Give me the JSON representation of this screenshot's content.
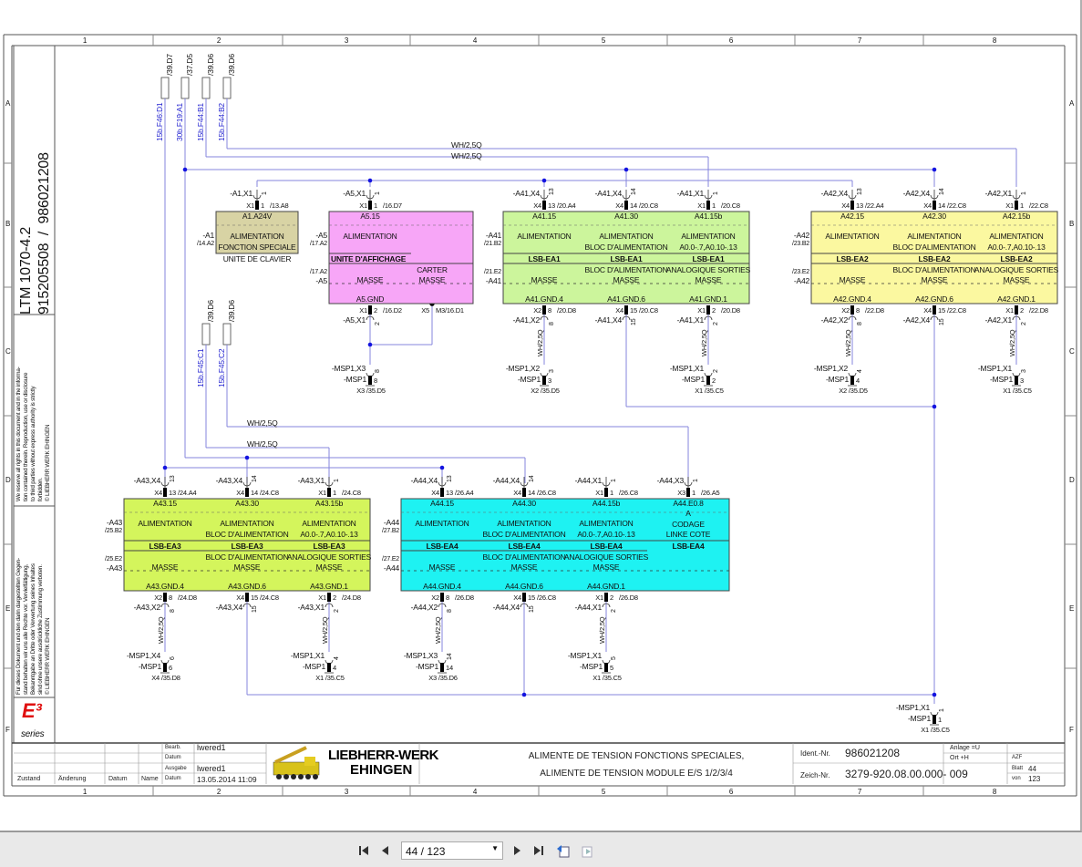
{
  "frame": {
    "columns": [
      "1",
      "2",
      "3",
      "4",
      "5",
      "6",
      "7",
      "8"
    ],
    "rows": [
      "A",
      "B",
      "C",
      "D",
      "E",
      "F"
    ]
  },
  "side_strip": {
    "model": "LTM 1070-4.2",
    "numbers": "915205508  /  986021208",
    "notice_en": [
      "We reserve all rights in this document and in the informa-",
      "tion contained therein. Reproduction, use or disclosure",
      "to third parties without express authority is strictly",
      "forbidden.",
      "© LIEBHERR WERK EHINGEN"
    ],
    "notice_de": [
      "Für dieses Dokument und den darin dargestellten Gegen-",
      "stand behalten wir uns alle Rechte vor. Vervielfältigung,",
      "Bekanntgabe an Dritte oder Verwertung seines Inhaltes",
      "sind ohne unsere ausdrückliche Zustimmung verboten.",
      "© LIEBHERR WERK EHINGEN"
    ],
    "logo_main": "E³",
    "logo_sub": "series"
  },
  "fuses": [
    {
      "ref": "/39.D7",
      "name": "15b.F46:D1"
    },
    {
      "ref": "/37.D5",
      "name": "30b.F19:A1"
    },
    {
      "ref": "/39.D6",
      "name": "15b.F44:B1"
    },
    {
      "ref": "/39.D6",
      "name": "15b.F44:B2"
    },
    {
      "ref": "/39.D6",
      "name": "15b.F45:C1"
    },
    {
      "ref": "/39.D6",
      "name": "15b.F45:C2"
    }
  ],
  "wire_labels": [
    "WH/2,5Q",
    "WH/2,5Q",
    "WH/2,5Q",
    "WH/2,5Q"
  ],
  "modules": [
    {
      "id": "A1",
      "color": "#d8d3a4",
      "side": {
        "top": "-A1",
        "top_ref": "/14.A2"
      },
      "caption": "UNITE DE CLAVIER",
      "cols": [
        {
          "top_conn": "-A1,X1",
          "top_term": "X1",
          "pin": "1",
          "top_ref": "/13.A8",
          "header": "A1.A24V",
          "func": [
            "ALIMENTATION",
            "FONCTION SPECIALE"
          ]
        }
      ]
    },
    {
      "id": "A5",
      "color": "#f7a6f7",
      "side": {
        "top": "-A5",
        "top_ref": "/17.A2",
        "bot_ref": "/17.A2",
        "bot": "-A5"
      },
      "title_bar": "UNITE D'AFFICHAGE",
      "cols": [
        {
          "top_conn": "-A5,X1",
          "top_term": "X1",
          "pin": "1",
          "top_ref": "/16.D7",
          "header": "A5.15",
          "func": [
            "ALIMENTATION"
          ],
          "masse": "MASSE",
          "gnd": "A5.GND",
          "bot_term": "X1",
          "bot_pin": "2",
          "bot_ref": "/16.D2",
          "bot_conn": "-A5,X1",
          "msp_conn": "-MSP1,X3",
          "msp_pin": "8",
          "msp_name": "-MSP1",
          "msp_ref": "X3 /35.D5"
        },
        {
          "func2": "CARTER",
          "masse": "MASSE",
          "bot_term": "X5",
          "bot_pin": "M3",
          "bot_ref": "/16.D1"
        }
      ]
    },
    {
      "id": "A41",
      "color": "#ccf59c",
      "side": {
        "top": "-A41",
        "top_ref": "/21.B2",
        "bot_ref": "/21.E2",
        "bot": "-A41"
      },
      "cols": [
        {
          "top_conn": "-A41,X4",
          "top_term": "X4",
          "pin": "13",
          "top_ref": "/20.A4",
          "header": "A41.15",
          "func": [
            "ALIMENTATION"
          ],
          "lsb": "LSB-EA1",
          "masse": "MASSE",
          "gnd": "A41.GND.4",
          "bot_term": "X2",
          "bot_pin": "8",
          "bot_ref": "/20.D8",
          "bot_conn": "-A41,X2",
          "wire": "WH/2,5Q",
          "msp_conn": "-MSP1,X2",
          "msp_pin": "3",
          "msp_name": "-MSP1",
          "msp_ref": "X2 /35.D5"
        },
        {
          "top_conn": "-A41,X4",
          "top_term": "X4",
          "pin": "14",
          "top_ref": "/20.C8",
          "header": "A41.30",
          "func": [
            "ALIMENTATION",
            "BLOC D'ALIMENTATION"
          ],
          "lsb": "LSB-EA1",
          "func2": "BLOC D'ALIMENTATION",
          "masse": "MASSE",
          "gnd": "A41.GND.6",
          "bot_term": "X4",
          "bot_pin": "15",
          "bot_ref": "/20.C8",
          "bot_conn": "-A41,X4"
        },
        {
          "top_conn": "-A41,X1",
          "top_term": "X1",
          "pin": "1",
          "top_ref": "/20.C8",
          "header": "A41.15b",
          "func": [
            "ALIMENTATION",
            "A0.0-.7,A0.10-.13"
          ],
          "lsb": "LSB-EA1",
          "func2": "ANALOGIQUE SORTIES",
          "masse": "MASSE",
          "gnd": "A41.GND.1",
          "bot_term": "X1",
          "bot_pin": "2",
          "bot_ref": "/20.D8",
          "bot_conn": "-A41,X1",
          "wire": "WH/2,5Q",
          "msp_conn": "-MSP1,X1",
          "msp_pin": "2",
          "msp_name": "-MSP1",
          "msp_ref": "X1 /35.C5"
        }
      ]
    },
    {
      "id": "A42",
      "color": "#fbf8a0",
      "side": {
        "top": "-A42",
        "top_ref": "/23.B2",
        "bot_ref": "/23.E2",
        "bot": "-A42"
      },
      "cols": [
        {
          "top_conn": "-A42,X4",
          "top_term": "X4",
          "pin": "13",
          "top_ref": "/22.A4",
          "header": "A42.15",
          "func": [
            "ALIMENTATION"
          ],
          "lsb": "LSB-EA2",
          "masse": "MASSE",
          "gnd": "A42.GND.4",
          "bot_term": "X2",
          "bot_pin": "8",
          "bot_ref": "/22.D8",
          "bot_conn": "-A42,X2",
          "wire": "WH/2,5Q",
          "msp_conn": "-MSP1,X2",
          "msp_pin": "4",
          "msp_name": "-MSP1",
          "msp_ref": "X2 /35.D5"
        },
        {
          "top_conn": "-A42,X4",
          "top_term": "X4",
          "pin": "14",
          "top_ref": "/22.C8",
          "header": "A42.30",
          "func": [
            "ALIMENTATION",
            "BLOC D'ALIMENTATION"
          ],
          "lsb": "LSB-EA2",
          "func2": "BLOC D'ALIMENTATION",
          "masse": "MASSE",
          "gnd": "A42.GND.6",
          "bot_term": "X4",
          "bot_pin": "15",
          "bot_ref": "/22.C8",
          "bot_conn": "-A42,X4"
        },
        {
          "top_conn": "-A42,X1",
          "top_term": "X1",
          "pin": "1",
          "top_ref": "/22.C8",
          "header": "A42.15b",
          "func": [
            "ALIMENTATION",
            "A0.0-.7,A0.10-.13"
          ],
          "lsb": "LSB-EA2",
          "func2": "ANALOGIQUE SORTIES",
          "masse": "MASSE",
          "gnd": "A42.GND.1",
          "bot_term": "X1",
          "bot_pin": "2",
          "bot_ref": "/22.D8",
          "bot_conn": "-A42,X1",
          "wire": "WH/2,5Q",
          "msp_conn": "-MSP1,X1",
          "msp_pin": "3",
          "msp_name": "-MSP1",
          "msp_ref": "X1 /35.C5"
        }
      ]
    },
    {
      "id": "A43",
      "color": "#d4f55c",
      "side": {
        "top": "-A43",
        "top_ref": "/25.B2",
        "bot_ref": "/25.E2",
        "bot": "-A43"
      },
      "cols": [
        {
          "top_conn": "-A43,X4",
          "top_term": "X4",
          "pin": "13",
          "top_ref": "/24.A4",
          "header": "A43.15",
          "func": [
            "ALIMENTATION"
          ],
          "lsb": "LSB-EA3",
          "masse": "MASSE",
          "gnd": "A43.GND.4",
          "bot_term": "X2",
          "bot_pin": "8",
          "bot_ref": "/24.D8",
          "bot_conn": "-A43,X2",
          "wire": "WH/2,5Q",
          "msp_conn": "-MSP1,X4",
          "msp_pin": "6",
          "msp_name": "-MSP1",
          "msp_ref": "X4 /35.D8"
        },
        {
          "top_conn": "-A43,X4",
          "top_term": "X4",
          "pin": "14",
          "top_ref": "/24.C8",
          "header": "A43.30",
          "func": [
            "ALIMENTATION",
            "BLOC D'ALIMENTATION"
          ],
          "lsb": "LSB-EA3",
          "func2": "BLOC D'ALIMENTATION",
          "masse": "MASSE",
          "gnd": "A43.GND.6",
          "bot_term": "X4",
          "bot_pin": "15",
          "bot_ref": "/24.C8",
          "bot_conn": "-A43,X4"
        },
        {
          "top_conn": "-A43,X1",
          "top_term": "X1",
          "pin": "1",
          "top_ref": "/24.C8",
          "header": "A43.15b",
          "func": [
            "ALIMENTATION",
            "A0.0-.7,A0.10-.13"
          ],
          "lsb": "LSB-EA3",
          "func2": "ANALOGIQUE SORTIES",
          "masse": "MASSE",
          "gnd": "A43.GND.1",
          "bot_term": "X1",
          "bot_pin": "2",
          "bot_ref": "/24.D8",
          "bot_conn": "-A43,X1",
          "wire": "WH/2,5Q",
          "msp_conn": "-MSP1,X1",
          "msp_pin": "4",
          "msp_name": "-MSP1",
          "msp_ref": "X1 /35.C5"
        }
      ]
    },
    {
      "id": "A44",
      "color": "#1ef2f2",
      "side": {
        "top": "-A44",
        "top_ref": "/27.B2",
        "bot_ref": "/27.E2",
        "bot": "-A44"
      },
      "cols": [
        {
          "top_conn": "-A44,X4",
          "top_term": "X4",
          "pin": "13",
          "top_ref": "/26.A4",
          "header": "A44.15",
          "func": [
            "ALIMENTATION"
          ],
          "lsb": "LSB-EA4",
          "masse": "MASSE",
          "gnd": "A44.GND.4",
          "bot_term": "X2",
          "bot_pin": "8",
          "bot_ref": "/26.D8",
          "bot_conn": "-A44,X2",
          "wire": "WH/2,5Q",
          "msp_conn": "-MSP1,X3",
          "msp_pin": "14",
          "msp_name": "-MSP1",
          "msp_ref": "X3 /35.D6"
        },
        {
          "top_conn": "-A44,X4",
          "top_term": "X4",
          "pin": "14",
          "top_ref": "/26.C8",
          "header": "A44.30",
          "func": [
            "ALIMENTATION",
            "BLOC D'ALIMENTATION"
          ],
          "lsb": "LSB-EA4",
          "func2": "BLOC D'ALIMENTATION",
          "masse": "MASSE",
          "gnd": "A44.GND.6",
          "bot_term": "X4",
          "bot_pin": "15",
          "bot_ref": "/26.C8",
          "bot_conn": "-A44,X4"
        },
        {
          "top_conn": "-A44,X1",
          "top_term": "X1",
          "pin": "1",
          "top_ref": "/26.C8",
          "header": "A44.15b",
          "func": [
            "ALIMENTATION",
            "A0.0-.7,A0.10-.13"
          ],
          "lsb": "LSB-EA4",
          "func2": "ANALOGIQUE SORTIES",
          "masse": "MASSE",
          "gnd": "A44.GND.1",
          "bot_term": "X1",
          "bot_pin": "2",
          "bot_ref": "/26.D8",
          "bot_conn": "-A44,X1",
          "wire": "WH/2,5Q",
          "msp_conn": "-MSP1,X1",
          "msp_pin": "5",
          "msp_name": "-MSP1",
          "msp_ref": "X1 /35.C5"
        },
        {
          "top_conn": "-A44,X3",
          "top_term": "X3",
          "pin": "1",
          "top_ref": "/26.A5",
          "header": "A44.E0.8",
          "func": [
            "A",
            "CODAGE",
            "LINKE COTE"
          ],
          "lsb": "LSB-EA4"
        }
      ]
    }
  ],
  "ground_terminal": {
    "msp_conn": "-MSP1,X1",
    "msp_pin": "1",
    "msp_name": "-MSP1",
    "msp_ref": "X1 /35.C5"
  },
  "title_block": {
    "rev_headers": [
      "Zustand",
      "Änderung",
      "Datum",
      "Name"
    ],
    "row_labels": [
      "Bearb.",
      "Datum",
      "Ausgabe",
      "Datum"
    ],
    "bearb": "lwered1",
    "ausgabe": "lwered1",
    "date": "13.05.2014  11:09",
    "logo_line1": "LIEBHERR-WERK",
    "logo_line2": "EHINGEN",
    "title_line1": "ALIMENTE DE TENSION FONCTIONS SPECIALES,",
    "title_line2": "ALIMENTE DE TENSION MODULE E/S 1/2/3/4",
    "ident_label": "Ident.-Nr.",
    "ident_value": "986021208",
    "zeich_label": "Zeich-Nr.",
    "zeich_value": "3279-920.08.00.000- 009",
    "anlage": "Anlage  =U",
    "ort": "Ort       +H",
    "azf": "AZF",
    "blatt_label": "Blatt",
    "blatt_value": "44",
    "von_label": "von",
    "von_value": "123"
  },
  "viewer": {
    "page_value": "44 / 123",
    "first_page": "first-page",
    "prev_page": "previous-page",
    "next_page": "next-page",
    "last_page": "last-page"
  }
}
